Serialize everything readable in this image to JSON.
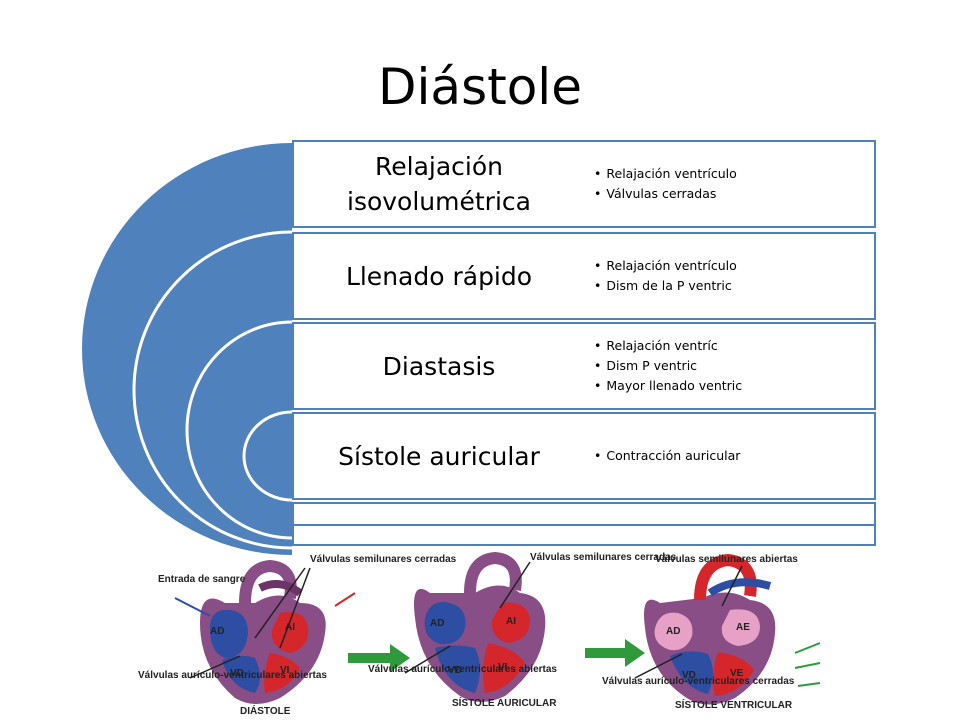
{
  "title": "Diástole",
  "phases": [
    {
      "label": "Relajación isovolumétrica",
      "bullets": [
        "Relajación ventrículo",
        "Válvulas cerradas"
      ]
    },
    {
      "label": "Llenado rápido",
      "bullets": [
        "Relajación ventrículo",
        "Dism de la P ventric"
      ]
    },
    {
      "label": "Diastasis",
      "bullets": [
        "Relajación ventríc",
        "Dism P ventric",
        "Mayor llenado ventric"
      ]
    },
    {
      "label": "Sístole auricular",
      "bullets": [
        "Contracción auricular"
      ]
    }
  ],
  "illustration": {
    "panels": [
      "DIÁSTOLE",
      "SÍSTOLE AURICULAR",
      "SÍSTOLE VENTRICULAR"
    ],
    "labels": {
      "entrada": "Entrada de sangre",
      "valv_sem_cerradas_1": "Válvulas semilunares cerradas",
      "valv_av_abiertas_1": "Válvulas aurículo-ventriculares abiertas",
      "valv_sem_cerradas_2": "Válvulas semilunares cerradas",
      "valv_av_abiertas_2": "Válvulas aurículo-ventriculares abiertas",
      "valv_sem_abiertas_3": "Válvulas semilunares abiertas",
      "valv_av_cerradas_3": "Válvulas aurículo-ventriculares cerradas"
    },
    "chambers": {
      "ad": "AD",
      "ai": "AI",
      "vd": "VD",
      "vi": "VI",
      "ae": "AE",
      "ve": "VE"
    }
  },
  "colors": {
    "accent": "#4f81bd",
    "heart_purple": "#8a4e86",
    "blood_red": "#d4262b",
    "blood_blue": "#2d4ea3",
    "arrow_green": "#2e9a3c"
  }
}
